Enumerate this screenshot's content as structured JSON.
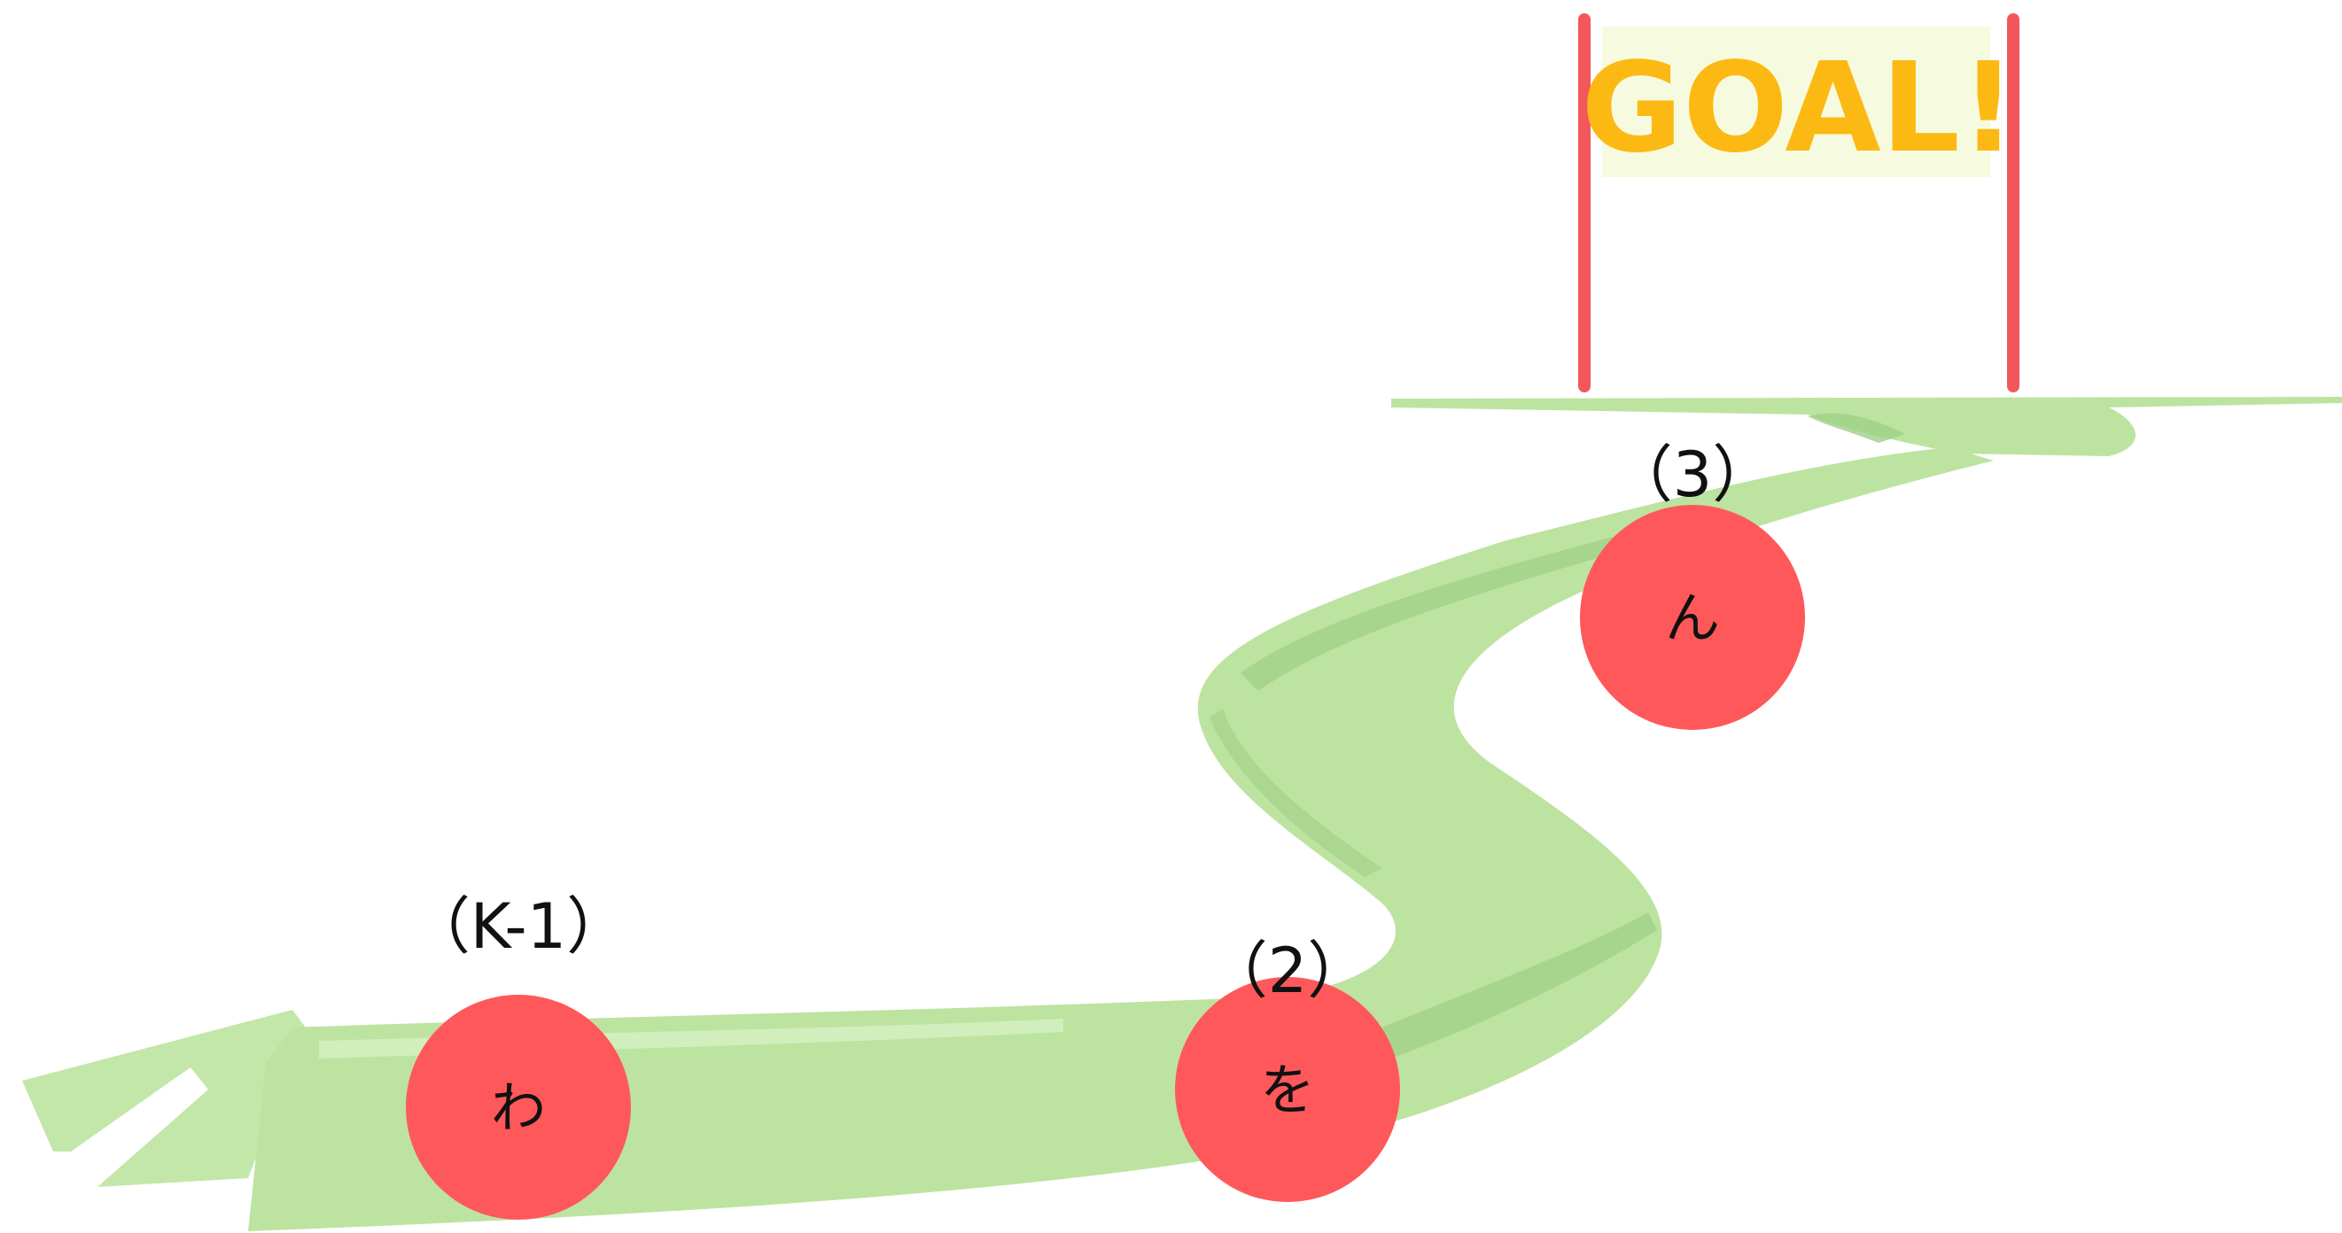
{
  "banner": {
    "text": "GOAL!",
    "text_color": "#FDB913",
    "background_color": "#F6FBE0",
    "pole_color": "#F2585B"
  },
  "path": {
    "fill_color": "#BDE3A0",
    "shade_color": "#9FCF86",
    "highlight_color": "#D3EFBF"
  },
  "nodes": [
    {
      "character": "わ",
      "label": "（K-1）",
      "color": "#FF585A"
    },
    {
      "character": "を",
      "label": "（2）",
      "color": "#FF585A"
    },
    {
      "character": "ん",
      "label": "（3）",
      "color": "#FF585A"
    }
  ]
}
